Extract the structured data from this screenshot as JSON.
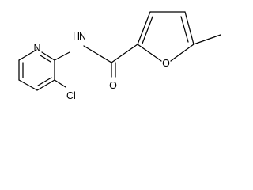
{
  "molecule": {
    "atom_labels": {
      "pyridine_n": "N",
      "amide_nh": "H",
      "amide_n": "N",
      "chlorine": "Cl",
      "carbonyl_o": "O",
      "furan_o": "O"
    }
  },
  "colors": {
    "bond": "#000000",
    "background": "#ffffff"
  }
}
